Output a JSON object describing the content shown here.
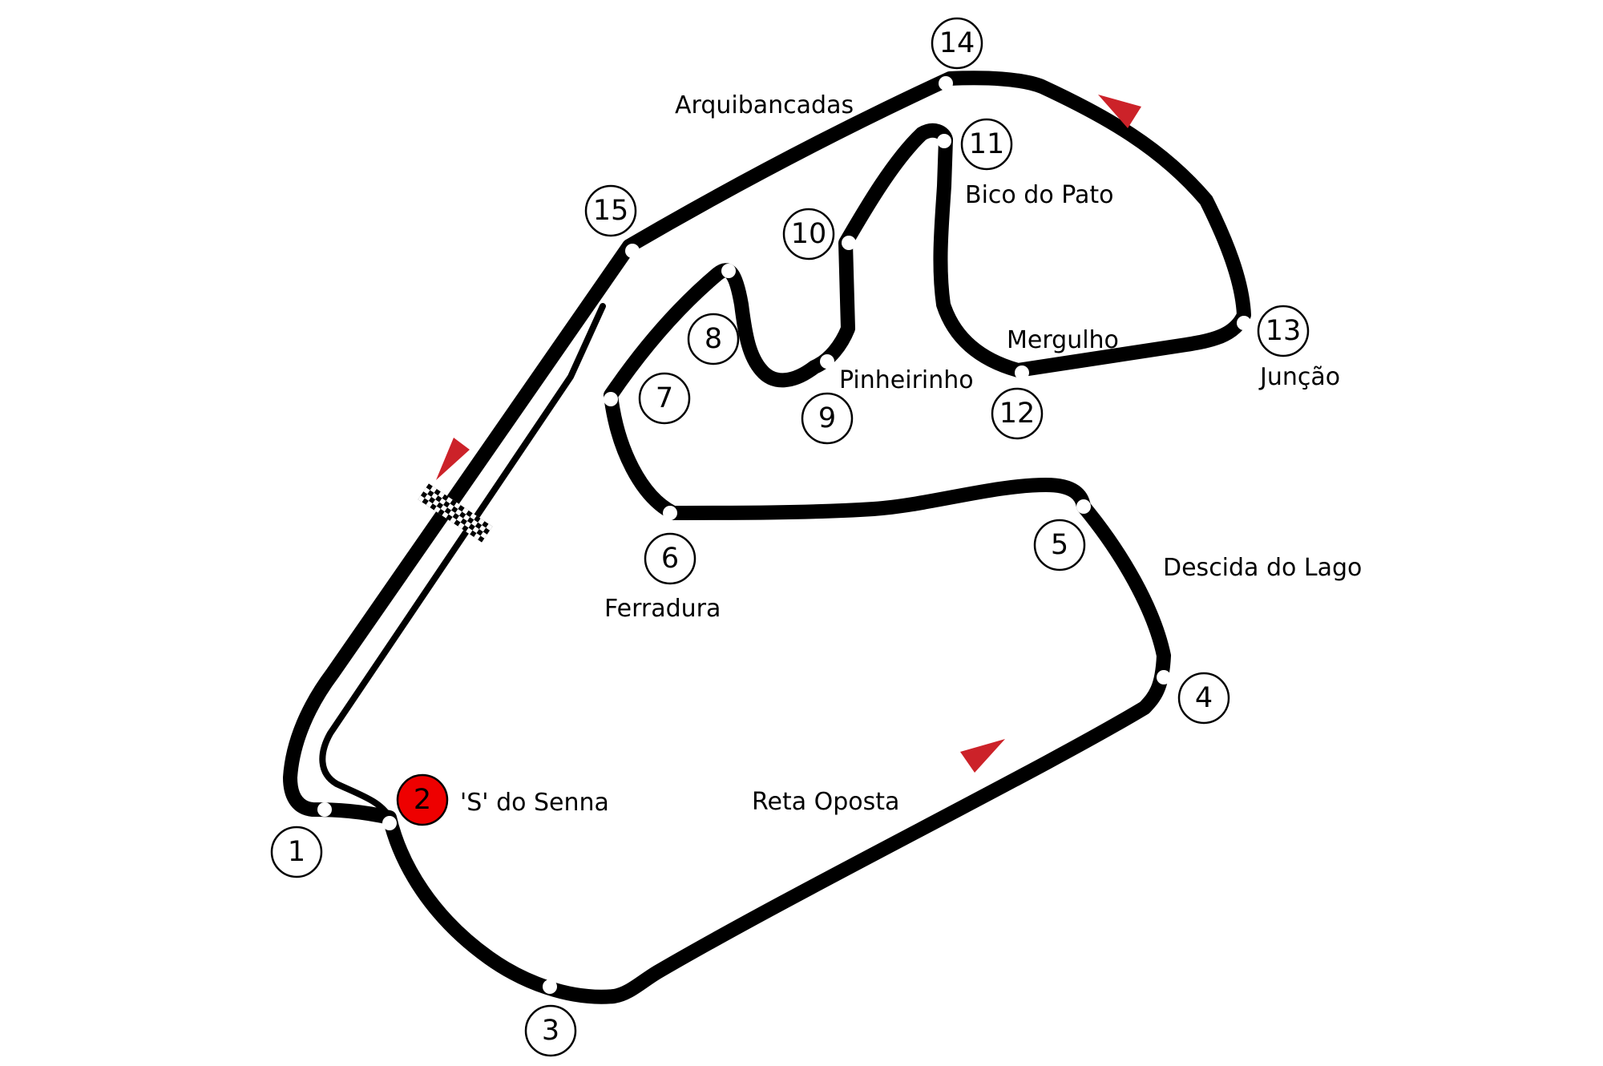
{
  "corners": [
    {
      "id": "1",
      "highlight": false
    },
    {
      "id": "2",
      "highlight": true
    },
    {
      "id": "3",
      "highlight": false
    },
    {
      "id": "4",
      "highlight": false
    },
    {
      "id": "5",
      "highlight": false
    },
    {
      "id": "6",
      "highlight": false
    },
    {
      "id": "7",
      "highlight": false
    },
    {
      "id": "8",
      "highlight": false
    },
    {
      "id": "9",
      "highlight": false
    },
    {
      "id": "10",
      "highlight": false
    },
    {
      "id": "11",
      "highlight": false
    },
    {
      "id": "12",
      "highlight": false
    },
    {
      "id": "13",
      "highlight": false
    },
    {
      "id": "14",
      "highlight": false
    },
    {
      "id": "15",
      "highlight": false
    }
  ],
  "labels": {
    "arquibancadas": "Arquibancadas",
    "bico_do_pato": "Bico do Pato",
    "mergulho": "Mergulho",
    "juncao": "Junção",
    "pinheirinho": "Pinheirinho",
    "ferradura": "Ferradura",
    "descida_do_lago": "Descida do Lago",
    "s_do_senna": "'S' do Senna",
    "reta_oposta": "Reta Oposta"
  },
  "colors": {
    "track": "#000000",
    "highlight": "#ee0000",
    "direction_arrow": "#cc2229"
  }
}
